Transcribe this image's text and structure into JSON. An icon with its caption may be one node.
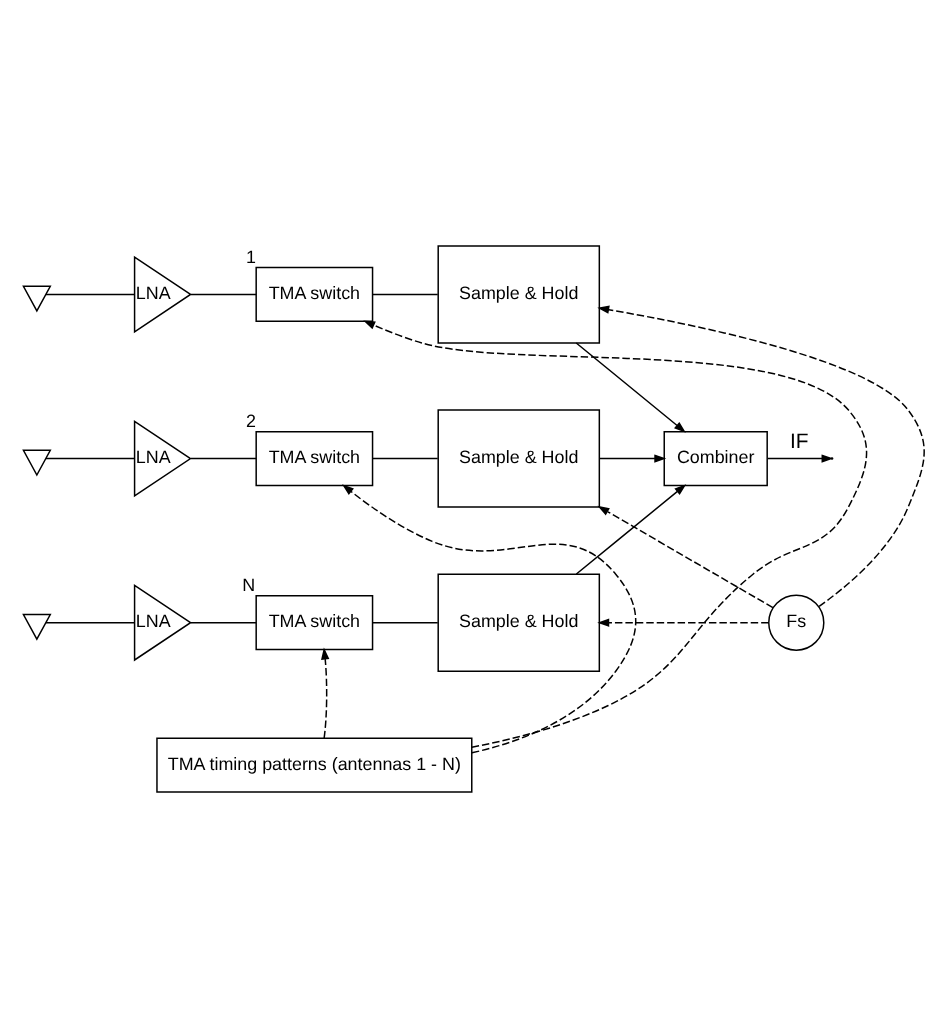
{
  "diagram": {
    "nodes": [
      {
        "text": [],
        "shape": "antenna"
      },
      {
        "text": [
          "LNA"
        ]
      },
      {
        "text": [
          "TMA switch"
        ],
        "beside": [
          "1"
        ]
      },
      {
        "text": [
          "Sample & Hold"
        ]
      },
      {
        "text": [],
        "shape": "antenna"
      },
      {
        "text": [
          "LNA"
        ]
      },
      {
        "text": [
          "TMA switch"
        ],
        "beside": [
          "2"
        ]
      },
      {
        "text": [
          "Sample & Hold"
        ]
      },
      {
        "text": [
          "Combiner"
        ]
      },
      {
        "text": [],
        "shape": "antenna"
      },
      {
        "text": [
          "LNA"
        ]
      },
      {
        "text": [
          "TMA switch"
        ],
        "beside": [
          "N"
        ]
      },
      {
        "text": [
          "Sample & Hold"
        ]
      },
      {
        "text": [
          "Fs"
        ]
      },
      {
        "text": [
          "TMA timing patterns (antennas 1 - N)"
        ]
      }
    ],
    "edges": [
      {
        "from": 0,
        "to": 1,
        "arrow": "none"
      },
      {
        "from": 1,
        "to": 2,
        "arrow": "none"
      },
      {
        "from": 2,
        "to": 3,
        "arrow": "none"
      },
      {
        "from": 4,
        "to": 5,
        "arrow": "none"
      },
      {
        "from": 5,
        "to": 6,
        "arrow": "none"
      },
      {
        "from": 6,
        "to": 7,
        "arrow": "none"
      },
      {
        "from": 9,
        "to": 10,
        "arrow": "none"
      },
      {
        "from": 10,
        "to": 11,
        "arrow": "none"
      },
      {
        "from": 11,
        "to": 12,
        "arrow": "none"
      },
      {
        "from": 3,
        "to": 8,
        "arrow": "to"
      },
      {
        "from": 7,
        "to": 8,
        "arrow": "to"
      },
      {
        "from": 12,
        "to": 8,
        "arrow": "to"
      },
      {
        "from": 8,
        "to": null,
        "arrow": "to",
        "label": "IF"
      },
      {
        "from": 14,
        "to": 2,
        "arrow": "to",
        "style": "dashed"
      },
      {
        "from": 14,
        "to": 6,
        "arrow": "to",
        "style": "dashed"
      },
      {
        "from": 14,
        "to": 11,
        "arrow": "to",
        "style": "dashed"
      },
      {
        "from": 13,
        "to": 3,
        "arrow": "to",
        "style": "dashed"
      },
      {
        "from": 13,
        "to": 7,
        "arrow": "to",
        "style": "dashed"
      },
      {
        "from": 13,
        "to": 12,
        "arrow": "to",
        "style": "dashed"
      }
    ]
  }
}
